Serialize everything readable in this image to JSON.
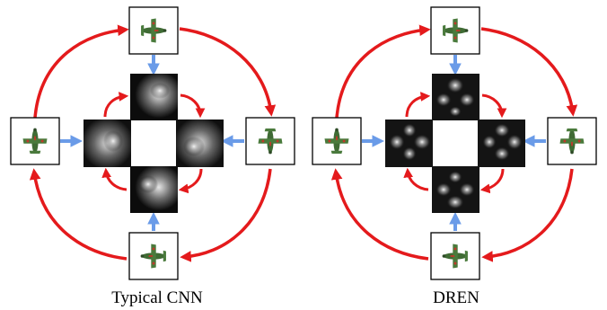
{
  "diagrams": [
    {
      "caption": "Typical CNN",
      "variant": "cnn"
    },
    {
      "caption": "DREN",
      "variant": "dren"
    }
  ],
  "colors": {
    "rotation_arrow": "#e41a1c",
    "input_arrow": "#6a9be8",
    "airplane_body": "#3f6b34",
    "airplane_accent": "#c0392b"
  },
  "icons": [
    "airplane-icon"
  ]
}
